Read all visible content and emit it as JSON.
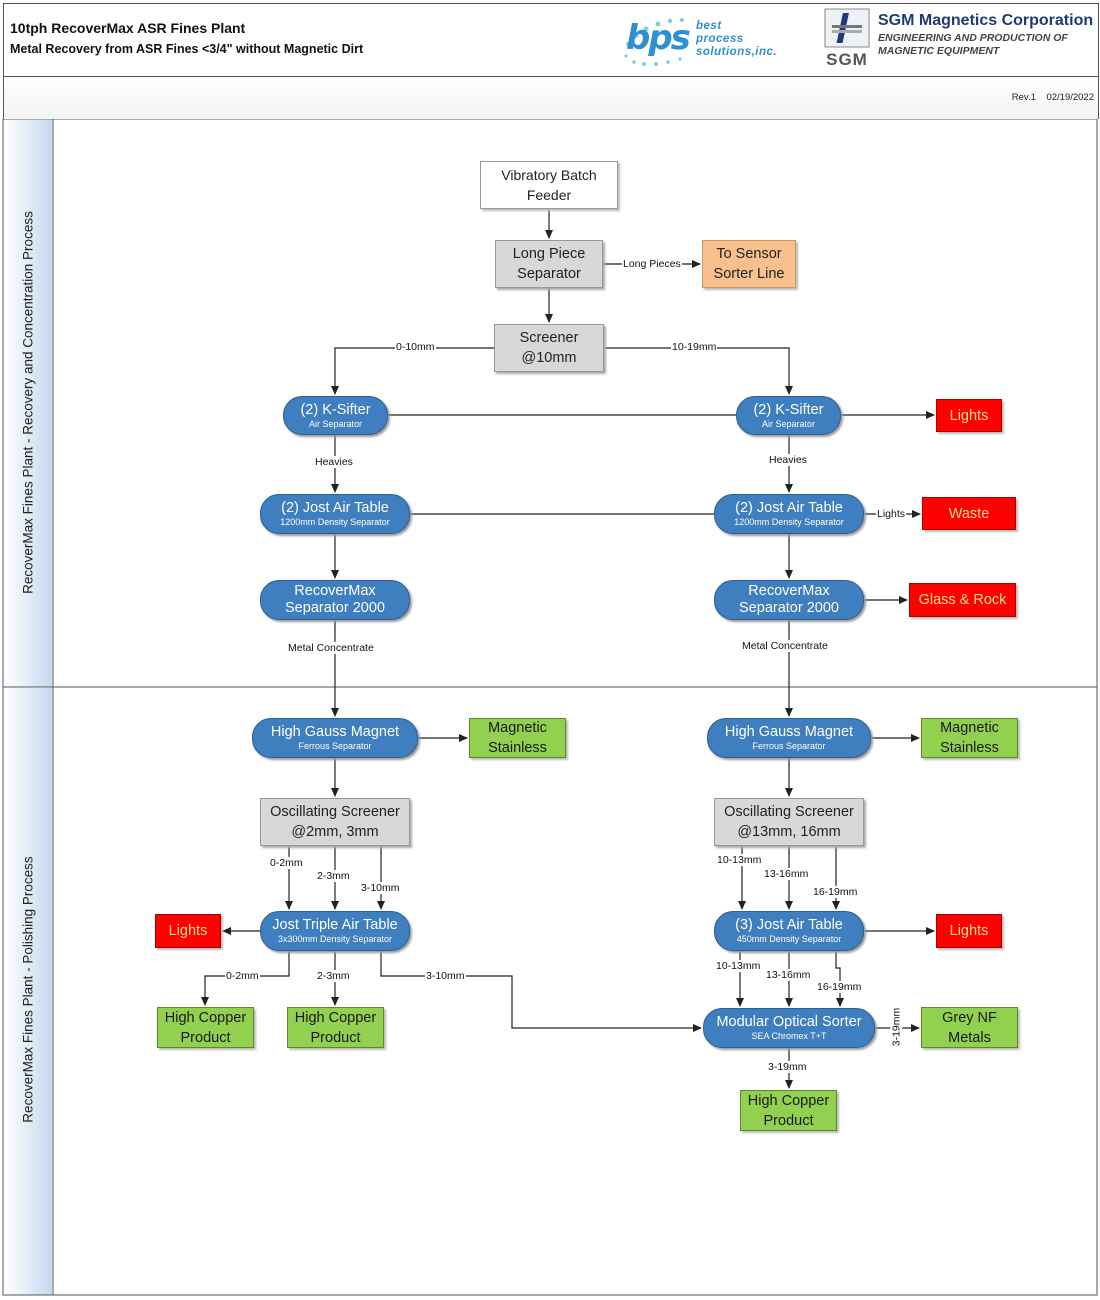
{
  "header": {
    "title": "10tph RecoverMax ASR Fines Plant",
    "subtitle": "Metal Recovery from ASR Fines <3/4\" without Magnetic Dirt",
    "bps_logo": {
      "mark": "bps",
      "line1": "best",
      "line2": "process",
      "line3": "solutions,inc."
    },
    "sgm_logo": {
      "mark": "SGM",
      "company": "SGM Magnetics Corporation",
      "tagline1": "ENGINEERING AND PRODUCTION OF",
      "tagline2": "MAGNETIC EQUIPMENT"
    },
    "revision": "Rev.1",
    "date": "02/19/2022"
  },
  "lanes": [
    {
      "title": "RecoverMax Fines Plant  - Recovery and Concentration Process"
    },
    {
      "title": "RecoverMax Fines Plant - Polishing Process"
    }
  ],
  "colors": {
    "process": "#3f7ebf",
    "screen": "#d8d8d8",
    "reject": "#ff0000",
    "product": "#92d050",
    "transfer": "#f7c08d",
    "lane_band": "#c5d9f1"
  },
  "nodes": {
    "feeder": {
      "l1": "Vibratory Batch",
      "l2": "Feeder"
    },
    "lps": {
      "l1": "Long Piece",
      "l2": "Separator"
    },
    "sensor": {
      "l1": "To Sensor",
      "l2": "Sorter Line"
    },
    "screener": {
      "l1": "Screener",
      "l2": "@10mm"
    },
    "ks_l": {
      "main": "(2) K-Sifter",
      "sub": "Air Separator"
    },
    "ks_r": {
      "main": "(2) K-Sifter",
      "sub": "Air Separator"
    },
    "lights1": {
      "l1": "Lights"
    },
    "jat_l": {
      "main": "(2) Jost Air Table",
      "sub": "1200mm Density Separator"
    },
    "jat_r": {
      "main": "(2) Jost Air Table",
      "sub": "1200mm Density Separator"
    },
    "waste": {
      "l1": "Waste"
    },
    "rm_l": {
      "main": "RecoverMax",
      "sub": "Separator 2000"
    },
    "rm_r": {
      "main": "RecoverMax",
      "sub": "Separator 2000"
    },
    "glass": {
      "l1": "Glass & Rock"
    },
    "hgm_l": {
      "main": "High Gauss Magnet",
      "sub": "Ferrous Separator"
    },
    "hgm_r": {
      "main": "High Gauss Magnet",
      "sub": "Ferrous Separator"
    },
    "mag_l": {
      "l1": "Magnetic",
      "l2": "Stainless"
    },
    "mag_r": {
      "l1": "Magnetic",
      "l2": "Stainless"
    },
    "os_l": {
      "l1": "Oscillating Screener",
      "l2": "@2mm, 3mm"
    },
    "os_r": {
      "l1": "Oscillating Screener",
      "l2": "@13mm, 16mm"
    },
    "lights_l": {
      "l1": "Lights"
    },
    "jtat": {
      "main": "Jost Triple Air Table",
      "sub": "3x300mm Density Separator"
    },
    "jat3": {
      "main": "(3) Jost Air Table",
      "sub": "450mm Density Separator"
    },
    "lights_r": {
      "l1": "Lights"
    },
    "hcp1": {
      "l1": "High Copper",
      "l2": "Product"
    },
    "hcp2": {
      "l1": "High Copper",
      "l2": "Product"
    },
    "mos": {
      "main": "Modular Optical Sorter",
      "sub": "SEA Chromex T+T"
    },
    "grey": {
      "l1": "Grey NF",
      "l2": "Metals"
    },
    "hcp3": {
      "l1": "High Copper",
      "l2": "Product"
    }
  },
  "edge_labels": {
    "long_pieces": "Long Pieces",
    "fine": "0-10mm",
    "coarse": "10-19mm",
    "heavies_l": "Heavies",
    "heavies_r": "Heavies",
    "lights_waste": "Lights",
    "metal_l": "Metal Concentrate",
    "metal_r": "Metal Concentrate",
    "os_l_a": "0-2mm",
    "os_l_b": "2-3mm",
    "os_l_c": "3-10mm",
    "os_r_a": "10-13mm",
    "os_r_b": "13-16mm",
    "os_r_c": "16-19mm",
    "jt_a": "0-2mm",
    "jt_b": "2-3mm",
    "jt_c": "3-10mm",
    "j3_a": "10-13mm",
    "j3_b": "13-16mm",
    "j3_c": "16-19mm",
    "mos_grey": "3-19mm",
    "mos_hcp": "3-19mm"
  }
}
